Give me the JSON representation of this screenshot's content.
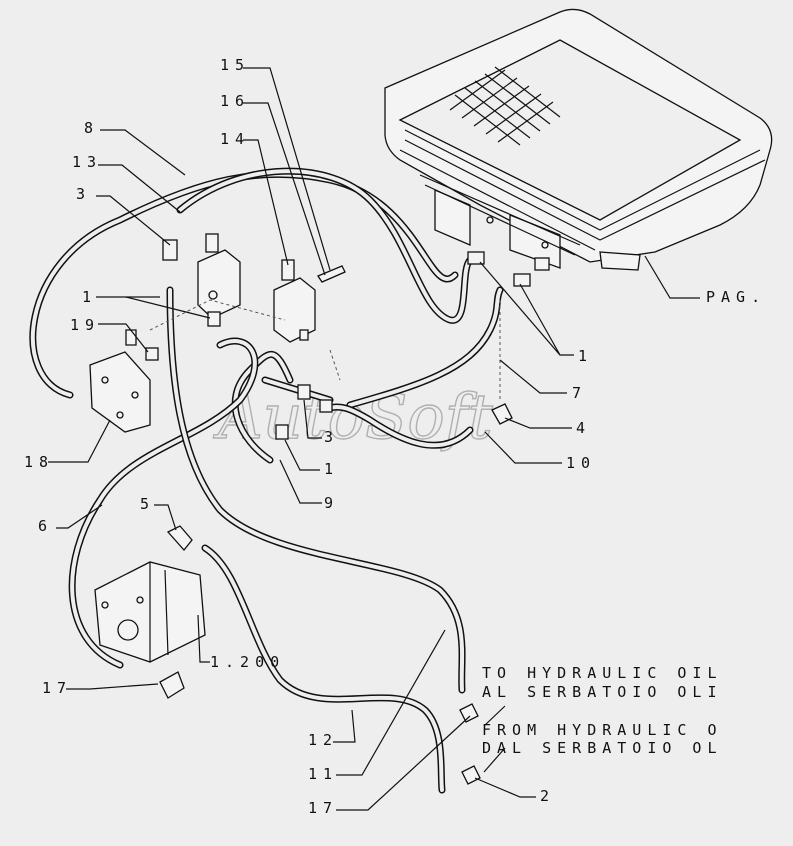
{
  "watermark": "AutoSoft",
  "labels": {
    "l15": "15",
    "l16": "16",
    "l14": "14",
    "l8": "8",
    "l13": "13",
    "l3a": "3",
    "l1a": "1",
    "l19": "19",
    "l18": "18",
    "l6": "6",
    "l5": "5",
    "l17a": "17",
    "l1200": "1.200",
    "l12": "12",
    "l11": "11",
    "l17b": "17",
    "l2": "2",
    "l9": "9",
    "l1b": "1",
    "l3b": "3",
    "l10": "10",
    "l4": "4",
    "l7": "7",
    "l1c": "1",
    "lpag": "PAG."
  },
  "notes": {
    "to_line1": "TO HYDRAULIC OIL",
    "to_line2": "AL SERBATOIO OLI",
    "from_line1": "FROM HYDRAULIC O",
    "from_line2": "DAL SERBATOIO OL"
  }
}
